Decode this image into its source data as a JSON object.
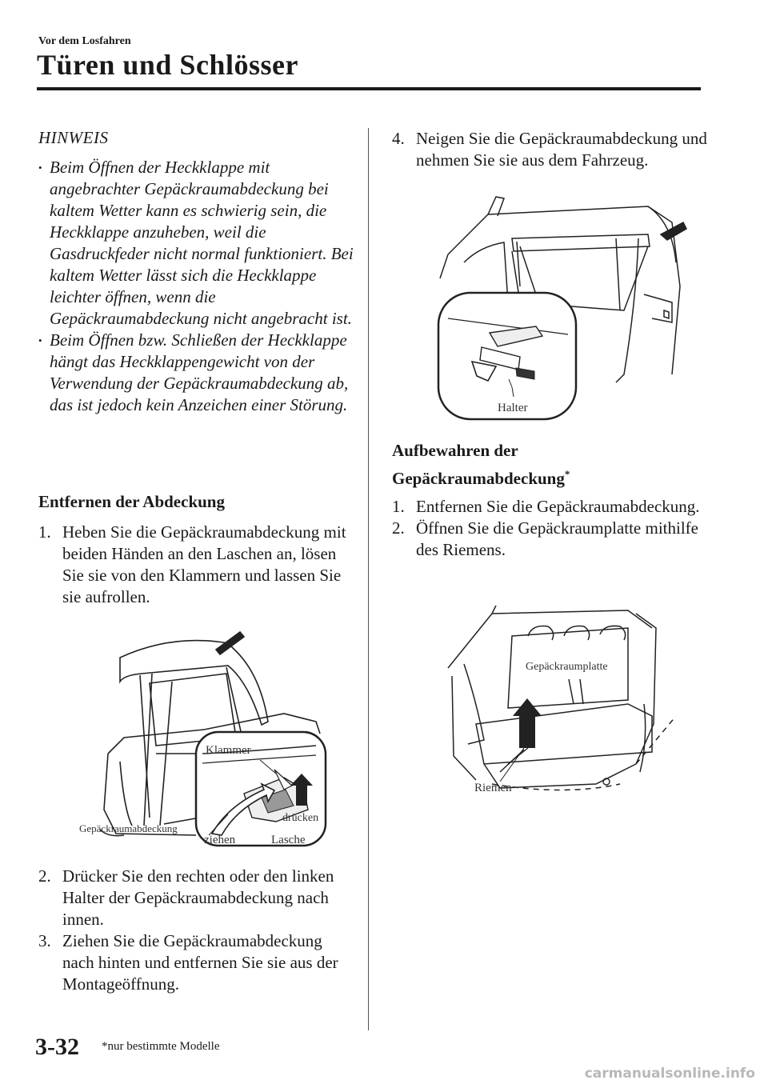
{
  "header": {
    "section": "Vor dem Losfahren",
    "title": "Türen und Schlösser"
  },
  "note": {
    "heading": "HINWEIS",
    "bullets": [
      "Beim Öffnen der Heckklappe mit angebrachter Gepäckraumabdeckung bei kaltem Wetter kann es schwierig sein, die Heckklappe anzuheben, weil die Gasdruckfeder nicht normal funktioniert. Bei kaltem Wetter lässt sich die Heckklappe leichter öffnen, wenn die Gepäckraumabdeckung nicht angebracht ist.",
      "Beim Öffnen bzw. Schließen der Heckklappe hängt das Heckklappengewicht von der Verwendung der Gepäckraumabdeckung ab, das ist jedoch kein Anzeichen einer Störung."
    ]
  },
  "removal": {
    "heading": "Entfernen der Abdeckung",
    "step1": {
      "num": "1.",
      "text": "Heben Sie die Gepäckraumabdeckung mit beiden Händen an den Laschen an, lösen Sie sie von den Klammern und lassen Sie sie aufrollen."
    },
    "figure1": {
      "klammer": "Klammer",
      "gepaeckraumabdeckung": "Gepäckraumabdeckung",
      "druecken": "drücken",
      "ziehen": "ziehen",
      "lasche": "Lasche"
    },
    "step2": {
      "num": "2.",
      "text": "Drücker Sie den rechten oder den linken Halter der Gepäckraumabdeckung nach innen."
    },
    "step3": {
      "num": "3.",
      "text": "Ziehen Sie die Gepäckraumabdeckung nach hinten und entfernen Sie sie aus der Montageöffnung."
    },
    "step4": {
      "num": "4.",
      "text": "Neigen Sie die Gepäckraumabdeckung und nehmen Sie sie aus dem Fahrzeug."
    },
    "figure2": {
      "halter": "Halter"
    }
  },
  "storage": {
    "heading_line1": "Aufbewahren der",
    "heading_line2": "Gepäckraumabdeckung",
    "heading_mark": "*",
    "step1": {
      "num": "1.",
      "text": "Entfernen Sie die Gepäckraumabdeckung."
    },
    "step2": {
      "num": "2.",
      "text": "Öffnen Sie die Gepäckraumplatte mithilfe des Riemens."
    },
    "figure3": {
      "platte": "Gepäckraumplatte",
      "riemen": "Riemen"
    }
  },
  "footer": {
    "page": "3-32",
    "footnote": "*nur bestimmte Modelle",
    "watermark": "carmanualsonline.info"
  }
}
